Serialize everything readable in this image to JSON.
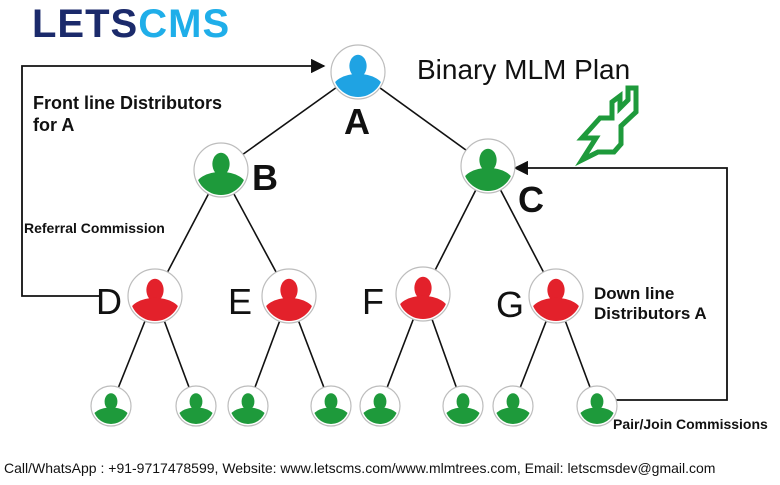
{
  "logo": {
    "part1": "LETS",
    "part2": "CMS"
  },
  "title": "Binary MLM Plan",
  "front_line_label": "Front line Distributors for A",
  "referral_label": "Referral Commission",
  "down_line_label": "Down line Distributors A",
  "pair_label": "Pair/Join Commissions",
  "footer": "Call/WhatsApp : +91-9717478599, Website: www.letscms.com/www.mlmtrees.com, Email: letscmsdev@gmail.com",
  "nodes": [
    {
      "id": "A",
      "label": "A",
      "color": "#1fa3e3"
    },
    {
      "id": "B",
      "label": "B",
      "color": "#1e9a3b"
    },
    {
      "id": "C",
      "label": "C",
      "color": "#1e9a3b"
    },
    {
      "id": "D",
      "label": "D",
      "color": "#e3212b"
    },
    {
      "id": "E",
      "label": "E",
      "color": "#e3212b"
    },
    {
      "id": "F",
      "label": "F",
      "color": "#e3212b"
    },
    {
      "id": "G",
      "label": "G",
      "color": "#e3212b"
    },
    {
      "id": "D1",
      "label": "",
      "color": "#1e9a3b"
    },
    {
      "id": "D2",
      "label": "",
      "color": "#1e9a3b"
    },
    {
      "id": "E1",
      "label": "",
      "color": "#1e9a3b"
    },
    {
      "id": "E2",
      "label": "",
      "color": "#1e9a3b"
    },
    {
      "id": "F1",
      "label": "",
      "color": "#1e9a3b"
    },
    {
      "id": "F2",
      "label": "",
      "color": "#1e9a3b"
    },
    {
      "id": "G1",
      "label": "",
      "color": "#1e9a3b"
    },
    {
      "id": "G2",
      "label": "",
      "color": "#1e9a3b"
    }
  ],
  "edges": [
    [
      "A",
      "B"
    ],
    [
      "A",
      "C"
    ],
    [
      "B",
      "D"
    ],
    [
      "B",
      "E"
    ],
    [
      "C",
      "F"
    ],
    [
      "C",
      "G"
    ],
    [
      "D",
      "D1"
    ],
    [
      "D",
      "D2"
    ],
    [
      "E",
      "E1"
    ],
    [
      "E",
      "E2"
    ],
    [
      "F",
      "F1"
    ],
    [
      "F",
      "F2"
    ],
    [
      "G",
      "G1"
    ],
    [
      "G",
      "G2"
    ]
  ],
  "colors": {
    "arrow": "#1e9a3b",
    "line": "#111111"
  }
}
